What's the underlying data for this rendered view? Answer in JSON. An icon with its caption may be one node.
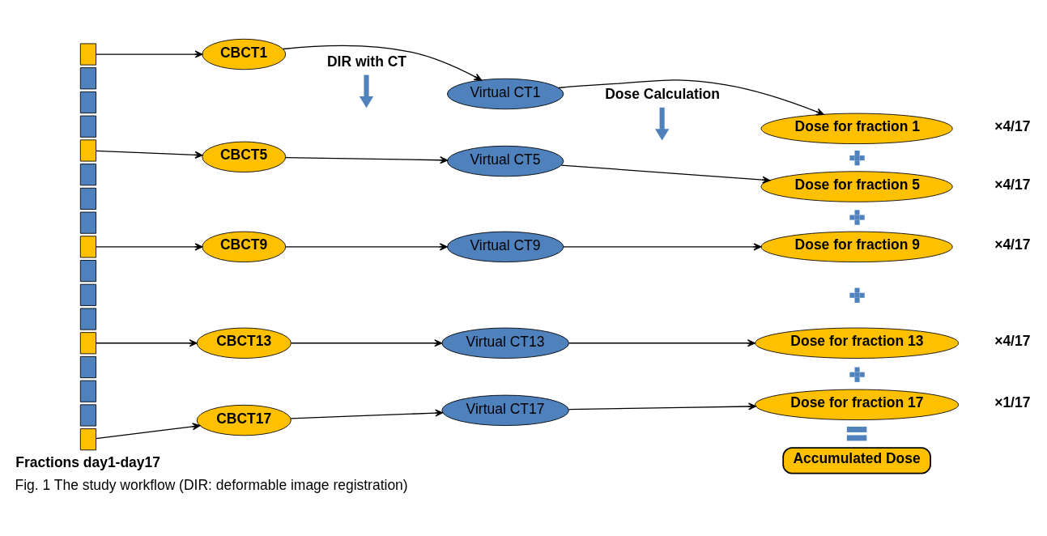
{
  "diagram": {
    "caption": "Fig. 1 The study workflow (DIR: deformable image registration)",
    "nodes": [
      {
        "text": [
          "DIR with CT"
        ]
      },
      {
        "text": [
          "Dose Calculation"
        ]
      },
      {
        "text": [],
        "shape": "box"
      },
      {
        "text": [],
        "shape": "box"
      },
      {
        "text": [],
        "shape": "box"
      },
      {
        "text": [],
        "shape": "box"
      },
      {
        "text": [],
        "shape": "box"
      },
      {
        "text": [],
        "shape": "box"
      },
      {
        "text": [],
        "shape": "box"
      },
      {
        "text": [],
        "shape": "box"
      },
      {
        "text": [],
        "shape": "box"
      },
      {
        "text": [],
        "shape": "box"
      },
      {
        "text": [],
        "shape": "box"
      },
      {
        "text": [],
        "shape": "box"
      },
      {
        "text": [],
        "shape": "box"
      },
      {
        "text": [],
        "shape": "box"
      },
      {
        "text": [],
        "shape": "box"
      },
      {
        "text": [],
        "shape": "box"
      },
      {
        "text": [],
        "shape": "box"
      },
      {
        "text": [
          "CBCT1"
        ]
      },
      {
        "text": [
          "Virtual CT1"
        ]
      },
      {
        "text": [
          "Dose for fraction 1"
        ],
        "beside": [
          "×4/17"
        ]
      },
      {
        "text": [
          "CBCT5"
        ]
      },
      {
        "text": [
          "Virtual CT5"
        ]
      },
      {
        "text": [
          "Dose for fraction 5"
        ],
        "beside": [
          "×4/17"
        ]
      },
      {
        "text": [
          "CBCT9"
        ]
      },
      {
        "text": [
          "Virtual CT9"
        ]
      },
      {
        "text": [
          "Dose for fraction 9"
        ],
        "beside": [
          "×4/17"
        ]
      },
      {
        "text": [
          "CBCT13"
        ]
      },
      {
        "text": [
          "Virtual CT13"
        ]
      },
      {
        "text": [
          "Dose for fraction 13"
        ],
        "beside": [
          "×4/17"
        ]
      },
      {
        "text": [
          "CBCT17"
        ]
      },
      {
        "text": [
          "Virtual CT17"
        ]
      },
      {
        "text": [
          "Dose for fraction 17"
        ],
        "beside": [
          "×1/17"
        ]
      },
      {
        "text": [],
        "shape": "plus"
      },
      {
        "text": [],
        "shape": "plus"
      },
      {
        "text": [],
        "shape": "plus"
      },
      {
        "text": [],
        "shape": "plus"
      },
      {
        "text": [],
        "shape": "equals"
      },
      {
        "text": [
          "Accumulated Dose"
        ]
      }
    ],
    "edges": [
      {
        "from": 0,
        "to": null,
        "arrow": "to",
        "style": "thick",
        "color": "#4f81bd"
      },
      {
        "from": 1,
        "to": null,
        "arrow": "to",
        "style": "thick",
        "color": "#4f81bd"
      },
      {
        "from": 2,
        "to": 19,
        "arrow": "to"
      },
      {
        "from": 19,
        "to": 20,
        "arrow": "to"
      },
      {
        "from": 20,
        "to": 21,
        "arrow": "to"
      },
      {
        "from": 6,
        "to": 22,
        "arrow": "to"
      },
      {
        "from": 22,
        "to": 23,
        "arrow": "to"
      },
      {
        "from": 23,
        "to": 24,
        "arrow": "to"
      },
      {
        "from": 10,
        "to": 25,
        "arrow": "to"
      },
      {
        "from": 25,
        "to": 26,
        "arrow": "to"
      },
      {
        "from": 26,
        "to": 27,
        "arrow": "to"
      },
      {
        "from": 14,
        "to": 28,
        "arrow": "to"
      },
      {
        "from": 28,
        "to": 29,
        "arrow": "to"
      },
      {
        "from": 29,
        "to": 30,
        "arrow": "to"
      },
      {
        "from": 18,
        "to": 31,
        "arrow": "to"
      },
      {
        "from": 31,
        "to": 32,
        "arrow": "to"
      },
      {
        "from": 32,
        "to": 33,
        "arrow": "to"
      }
    ],
    "labels": [
      "Fractions day1-day17"
    ]
  }
}
